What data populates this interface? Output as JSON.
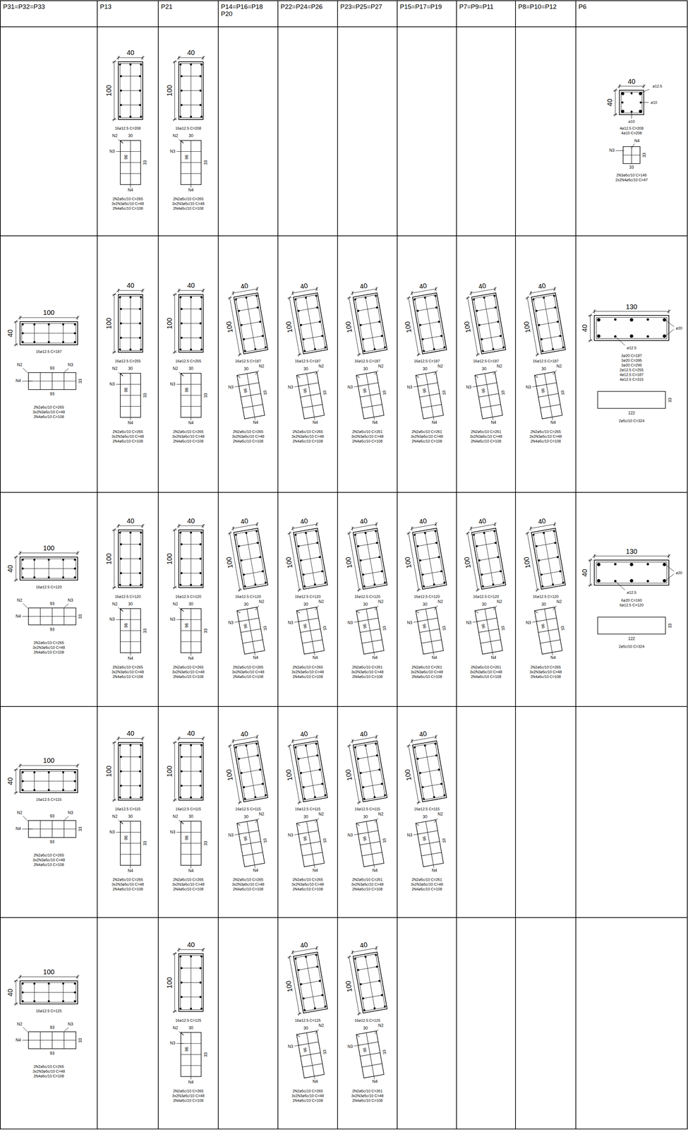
{
  "diagram": {
    "labels": [
      "P31=P32=P33",
      "P13",
      "P21",
      "P14=P16=P18 P20",
      "P22=P24=P26",
      "P23=P25=P27",
      "P15=P17=P19",
      "P7=P9=P11",
      "P8=P10=P12",
      "P6",
      "40",
      "100",
      "16ø12.5 C=208",
      "N2",
      "N3",
      "30",
      "96",
      "33",
      "N4",
      "2N2ø5c/10 C=265",
      "3x2N3ø5c/10 C=48",
      "2N4ø5c/10 C=108",
      "40",
      "100",
      "16ø12.5 C=208",
      "N2",
      "N3",
      "30",
      "96",
      "33",
      "N4",
      "2N2ø5c/10 C=265",
      "3x2N3ø5c/10 C=48",
      "2N4ø5c/10 C=108",
      "40",
      "40",
      "ø12.5",
      "ø10",
      "ø10",
      "4ø12.5 C=208",
      "4ø10 C=208",
      "N3",
      "N4",
      "33",
      "33",
      "2N3ø5c/10 C=145",
      "2x2N4ø5c/10 C=47",
      "100",
      "40",
      "16ø12.5 C=187",
      "N2",
      "N3",
      "N4",
      "93",
      "33",
      "93",
      "2N2ø5c/10 C=265",
      "3x2N3ø5c/10 C=48",
      "2N4ø5c/10 C=108",
      "40",
      "100",
      "16ø12.5 C=255",
      "N2",
      "N3",
      "30",
      "96",
      "33",
      "N4",
      "2N2ø5c/10 C=265",
      "3x2N3ø5c/10 C=48",
      "2N4ø5c/10 C=108",
      "40",
      "100",
      "16ø12.5 C=255",
      "N2",
      "N3",
      "30",
      "96",
      "33",
      "N4",
      "2N2ø5c/10 C=265",
      "3x2N3ø5c/10 C=48",
      "2N4ø5c/10 C=108",
      "40",
      "100",
      "16ø12.5 C=187",
      "N2",
      "N3",
      "30",
      "96",
      "33",
      "N4",
      "2N2ø5c/10 C=265",
      "3x2N3ø5c/10 C=48",
      "2N4ø5c/10 C=108",
      "40",
      "100",
      "16ø12.5 C=187",
      "N2",
      "N3",
      "30",
      "96",
      "33",
      "N4",
      "2N2ø5c/10 C=265",
      "3x2N3ø5c/10 C=48",
      "2N4ø5c/10 C=108",
      "40",
      "100",
      "16ø12.5 C=187",
      "N2",
      "N3",
      "30",
      "96",
      "33",
      "N4",
      "2N2ø5c/10 C=261",
      "3x2N3ø5c/10 C=48",
      "2N4ø5c/10 C=108",
      "40",
      "100",
      "16ø12.5 C=187",
      "N2",
      "N3",
      "30",
      "96",
      "33",
      "N4",
      "2N2ø5c/10 C=261",
      "3x2N3ø5c/10 C=48",
      "2N4ø5c/10 C=108",
      "40",
      "100",
      "16ø12.5 C=187",
      "N2",
      "N3",
      "30",
      "96",
      "33",
      "N4",
      "2N2ø5c/10 C=261",
      "3x2N3ø5c/10 C=48",
      "2N4ø5c/10 C=108",
      "40",
      "100",
      "16ø12.5 C=187",
      "N2",
      "N3",
      "30",
      "96",
      "33",
      "N4",
      "2N2ø5c/10 C=265",
      "3x2N3ø5c/10 C=48",
      "2N4ø5c/10 C=108",
      "130",
      "40",
      "ø20",
      "ø12.5",
      "3ø20 C=187",
      "3ø20 C=395",
      "3ø20 C=295",
      "2ø12.5 C=255",
      "4ø12.5 C=187",
      "4ø12.5 C=315",
      "122",
      "33",
      "2ø5c/10 C=324",
      "100",
      "40",
      "16ø12.5 C=120",
      "N2",
      "N3",
      "N4",
      "93",
      "33",
      "93",
      "2N2ø5c/10 C=265",
      "3x2N3ø5c/10 C=48",
      "2N4ø5c/10 C=108",
      "40",
      "100",
      "16ø12.5 C=120",
      "N2",
      "N3",
      "30",
      "96",
      "33",
      "N4",
      "2N2ø5c/10 C=265",
      "3x2N3ø5c/10 C=48",
      "2N4ø5c/10 C=108",
      "40",
      "100",
      "16ø12.5 C=120",
      "N2",
      "N3",
      "30",
      "96",
      "33",
      "N4",
      "2N2ø5c/10 C=265",
      "3x2N3ø5c/10 C=48",
      "2N4ø5c/10 C=108",
      "40",
      "100",
      "16ø12.5 C=120",
      "N2",
      "N3",
      "30",
      "96",
      "33",
      "N4",
      "2N2ø5c/10 C=265",
      "3x2N3ø5c/10 C=48",
      "2N4ø5c/10 C=108",
      "40",
      "100",
      "16ø12.5 C=120",
      "N2",
      "N3",
      "30",
      "96",
      "33",
      "N4",
      "2N2ø5c/10 C=265",
      "3x2N3ø5c/10 C=48",
      "2N4ø5c/10 C=108",
      "40",
      "100",
      "16ø12.5 C=120",
      "N2",
      "N3",
      "30",
      "96",
      "33",
      "N4",
      "2N2ø5c/10 C=261",
      "3x2N3ø5c/10 C=48",
      "2N4ø5c/10 C=108",
      "40",
      "100",
      "16ø12.5 C=120",
      "N2",
      "N3",
      "30",
      "96",
      "33",
      "N4",
      "2N2ø5c/10 C=261",
      "3x2N3ø5c/10 C=48",
      "2N4ø5c/10 C=108",
      "40",
      "100",
      "16ø12.5 C=120",
      "N2",
      "N3",
      "30",
      "96",
      "33",
      "N4",
      "2N2ø5c/10 C=261",
      "3x2N3ø5c/10 C=48",
      "2N4ø5c/10 C=108",
      "40",
      "100",
      "16ø12.5 C=120",
      "N2",
      "N3",
      "30",
      "96",
      "33",
      "N4",
      "2N2ø5c/10 C=265",
      "3x2N3ø5c/10 C=48",
      "2N4ø5c/10 C=108",
      "130",
      "40",
      "ø20",
      "ø12.5",
      "6ø20 C=160",
      "6ø12.5 C=120",
      "122",
      "33",
      "2ø5c/10 C=324",
      "100",
      "40",
      "16ø12.5 C=115",
      "N2",
      "N3",
      "N4",
      "93",
      "33",
      "93",
      "2N2ø5c/10 C=265",
      "3x2N3ø5c/10 C=48",
      "2N4ø5c/10 C=108",
      "40",
      "100",
      "16ø12.5 C=115",
      "N2",
      "N3",
      "30",
      "96",
      "33",
      "N4",
      "2N2ø5c/10 C=265",
      "3x2N3ø5c/10 C=48",
      "2N4ø5c/10 C=108",
      "40",
      "100",
      "16ø12.5 C=115",
      "N2",
      "N3",
      "30",
      "96",
      "33",
      "N4",
      "2N2ø5c/10 C=265",
      "3x2N3ø5c/10 C=48",
      "2N4ø5c/10 C=108",
      "40",
      "100",
      "16ø12.5 C=115",
      "N2",
      "N3",
      "30",
      "96",
      "33",
      "N4",
      "2N2ø5c/10 C=265",
      "3x2N3ø5c/10 C=48",
      "2N4ø5c/10 C=108",
      "40",
      "100",
      "16ø12.5 C=115",
      "N2",
      "N3",
      "30",
      "96",
      "33",
      "N4",
      "2N2ø5c/10 C=265",
      "3x2N3ø5c/10 C=48",
      "2N4ø5c/10 C=108",
      "40",
      "100",
      "16ø12.5 C=115",
      "N2",
      "N3",
      "30",
      "96",
      "33",
      "N4",
      "2N2ø5c/10 C=261",
      "3x2N3ø5c/10 C=48",
      "2N4ø5c/10 C=108",
      "40",
      "100",
      "16ø12.5 C=115",
      "N2",
      "N3",
      "30",
      "96",
      "33",
      "N4",
      "2N2ø5c/10 C=261",
      "3x2N3ø5c/10 C=48",
      "2N4ø5c/10 C=108",
      "100",
      "40",
      "16ø12.5 C=125",
      "N2",
      "N3",
      "N4",
      "93",
      "33",
      "93",
      "2N2ø5c/10 C=265",
      "3x2N3ø5c/10 C=48",
      "2N4ø5c/10 C=108",
      "40",
      "100",
      "16ø12.5 C=125",
      "N2",
      "N3",
      "30",
      "96",
      "33",
      "N4",
      "2N2ø5c/10 C=265",
      "3x2N3ø5c/10 C=48",
      "2N4ø5c/10 C=108",
      "40",
      "100",
      "16ø12.5 C=125",
      "N2",
      "N3",
      "30",
      "96",
      "33",
      "N4",
      "2N2ø5c/10 C=265",
      "3x2N3ø5c/10 C=48",
      "2N4ø5c/10 C=108",
      "40",
      "100",
      "16ø12.5 C=125",
      "N2",
      "N3",
      "30",
      "96",
      "33",
      "N4",
      "2N2ø5c/10 C=261",
      "3x2N3ø5c/10 C=48",
      "2N4ø5c/10 C=108"
    ]
  }
}
